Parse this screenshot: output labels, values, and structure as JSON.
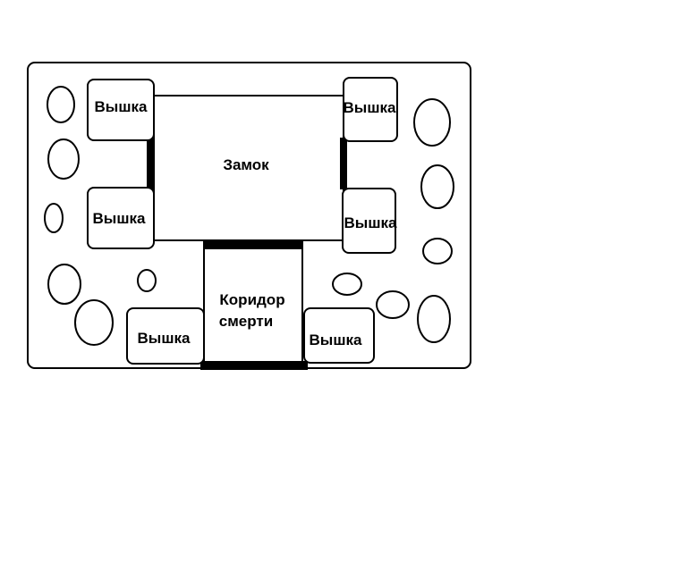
{
  "diagram": {
    "castle_label": "Замок",
    "corridor_label_line1": "Коридор",
    "corridor_label_line2": "смерти",
    "tower_label": "Вышка",
    "colors": {
      "stroke": "#000000",
      "fill": "#ffffff",
      "background": "#ffffff"
    }
  }
}
